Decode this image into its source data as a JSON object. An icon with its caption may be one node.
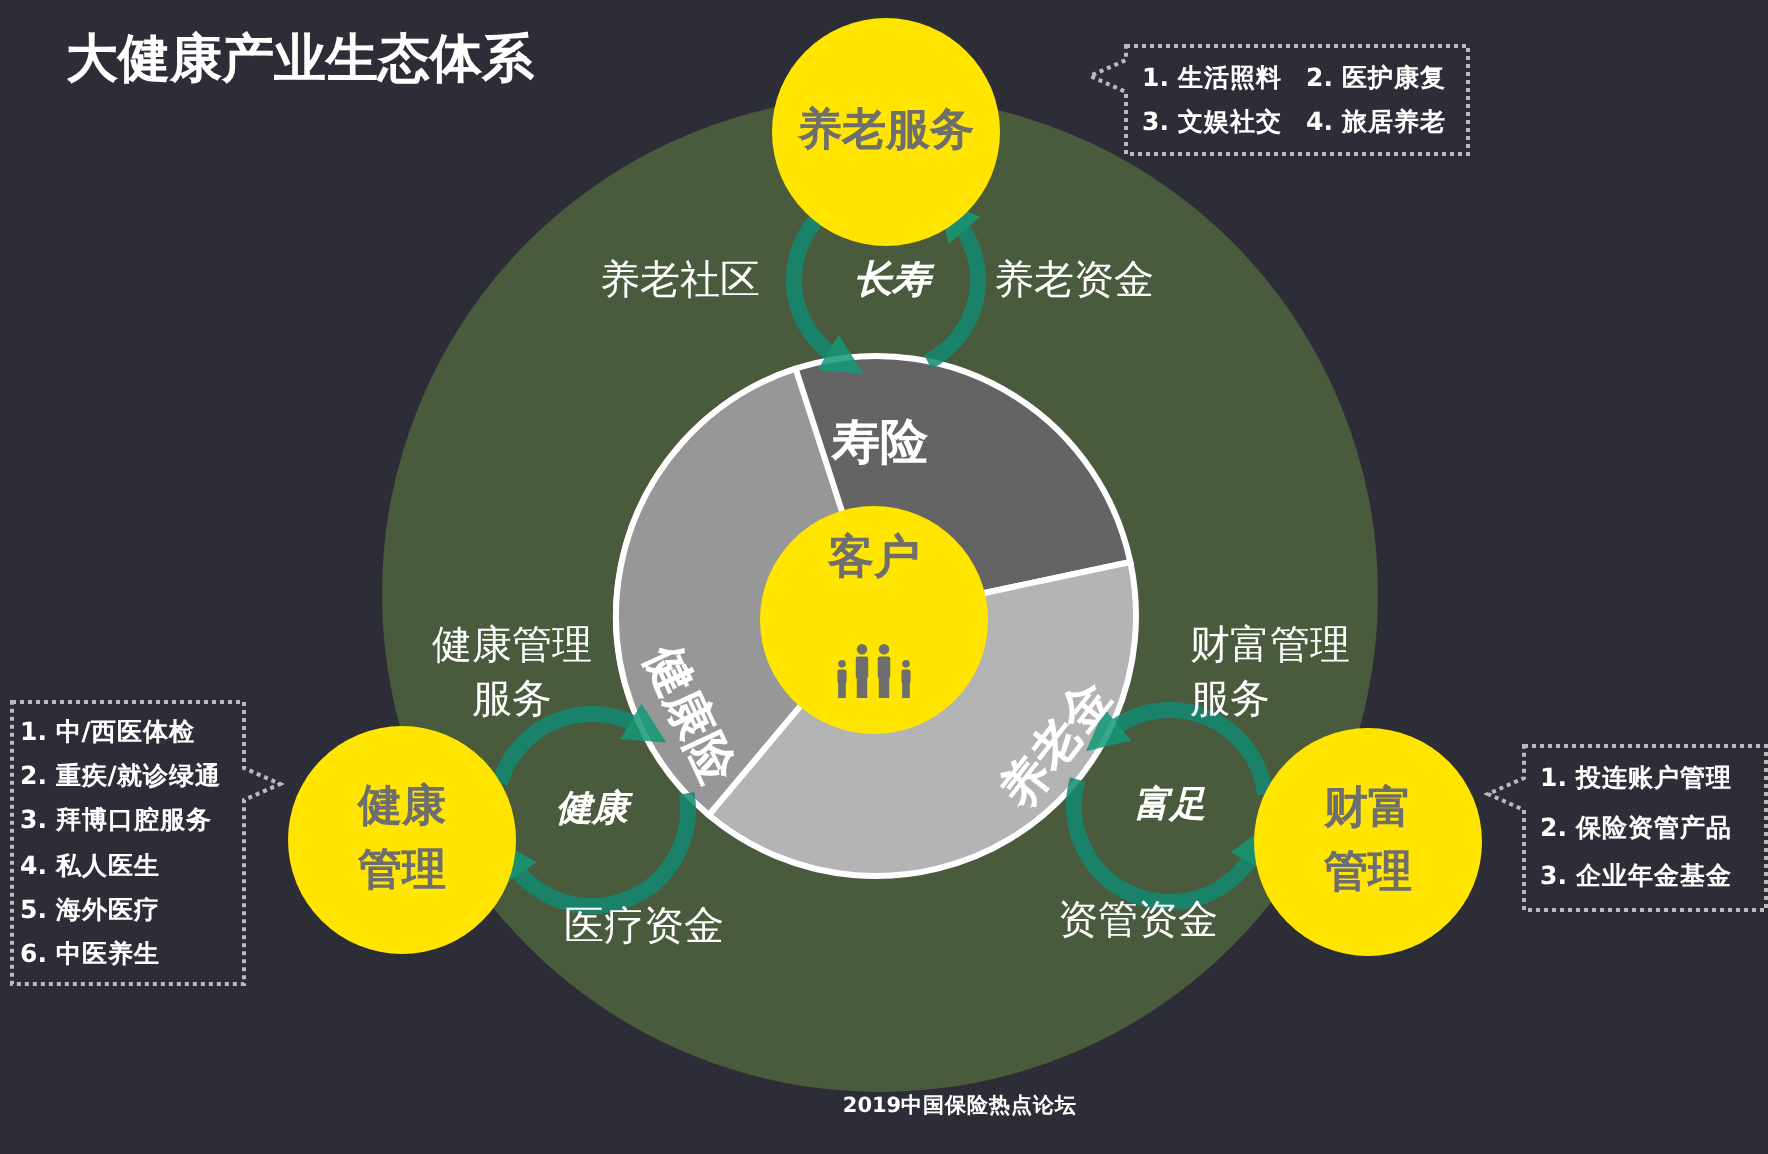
{
  "diagram": {
    "title": "大健康产业生态体系",
    "nodes": [
      {
        "text": [
          "养老服务"
        ]
      },
      {
        "text": [
          "健康管理"
        ]
      },
      {
        "text": [
          "财富管理"
        ]
      },
      {
        "text": [
          "寿险"
        ]
      },
      {
        "text": [
          "健康险"
        ]
      },
      {
        "text": [
          "养老金"
        ]
      },
      {
        "text": [
          "客户"
        ]
      },
      {
        "text": [
          "1. 生活照料",
          "2. 医护康复",
          "3. 文娱社交",
          "4. 旅居养老"
        ]
      },
      {
        "text": [
          "1. 中/西医体检",
          "2. 重疾/就诊绿通",
          "3. 拜博口腔服务",
          "4. 私人医生",
          "5. 海外医疗",
          "6. 中医养生"
        ]
      },
      {
        "text": [
          "1. 投连账户管理",
          "2. 保险资管产品",
          "3. 企业年金基金"
        ]
      }
    ],
    "edges": [
      {
        "from": 0,
        "to": 3,
        "arrow": "to"
      },
      {
        "from": 3,
        "to": 0,
        "arrow": "to"
      },
      {
        "from": 1,
        "to": 4,
        "arrow": "to"
      },
      {
        "from": 4,
        "to": 1,
        "arrow": "to"
      },
      {
        "from": 2,
        "to": 5,
        "arrow": "to"
      },
      {
        "from": 5,
        "to": 2,
        "arrow": "to"
      }
    ],
    "labels": [
      "养老社区",
      "长寿",
      "养老资金",
      "健康管理服务",
      "财富管理服务",
      "健康",
      "富足",
      "医疗资金",
      "资管资金",
      "2019中国保险热点论坛"
    ]
  }
}
